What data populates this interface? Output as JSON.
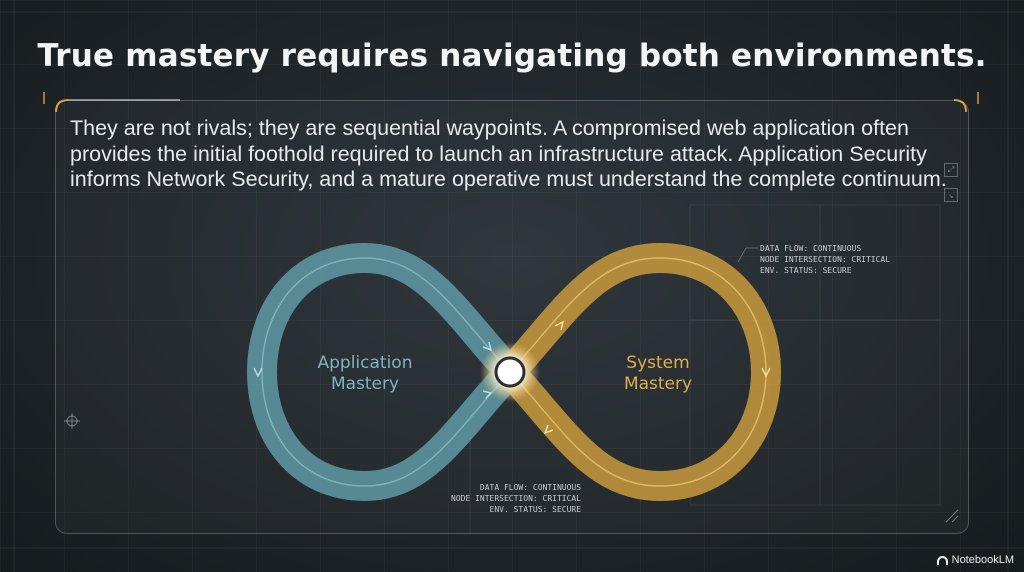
{
  "slide": {
    "title": "True mastery requires navigating both environments.",
    "body": "They are not rivals; they are sequential waypoints. A compromised web application often provides the initial foothold required to launch an infrastructure attack. Application Security informs Network Security, and a mature operative must understand the complete continuum."
  },
  "diagram": {
    "left_loop_label": [
      "Application",
      "Mastery"
    ],
    "right_loop_label": [
      "System",
      "Mastery"
    ],
    "colors": {
      "left_loop": "#5f9aa6",
      "right_loop": "#c99a3c",
      "center_node": "#ffffff"
    },
    "annotation_top": [
      "DATA FLOW: CONTINUOUS",
      "NODE INTERSECTION: CRITICAL",
      "ENV. STATUS: SECURE"
    ],
    "annotation_bottom": [
      "DATA FLOW: CONTINUOUS",
      "NODE INTERSECTION: CRITICAL",
      "ENV. STATUS: SECURE"
    ]
  },
  "branding": {
    "name": "NotebookLM",
    "icon": "notebooklm-logo-icon"
  }
}
